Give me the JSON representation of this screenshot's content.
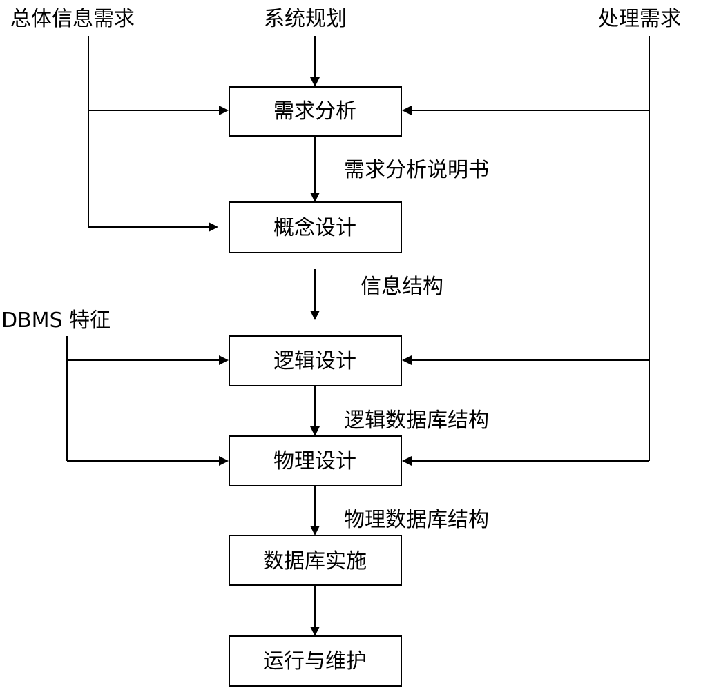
{
  "inputs": {
    "overall_info_req": "总体信息需求",
    "system_planning": "系统规划",
    "processing_req": "处理需求",
    "dbms_features": "DBMS 特征"
  },
  "boxes": {
    "requirements_analysis": "需求分析",
    "conceptual_design": "概念设计",
    "logical_design": "逻辑设计",
    "physical_design": "物理设计",
    "db_implementation": "数据库实施",
    "operation_maintenance": "运行与维护"
  },
  "flow_labels": {
    "req_spec": "需求分析说明书",
    "info_structure": "信息结构",
    "logical_db_structure": "逻辑数据库结构",
    "physical_db_structure": "物理数据库结构"
  }
}
